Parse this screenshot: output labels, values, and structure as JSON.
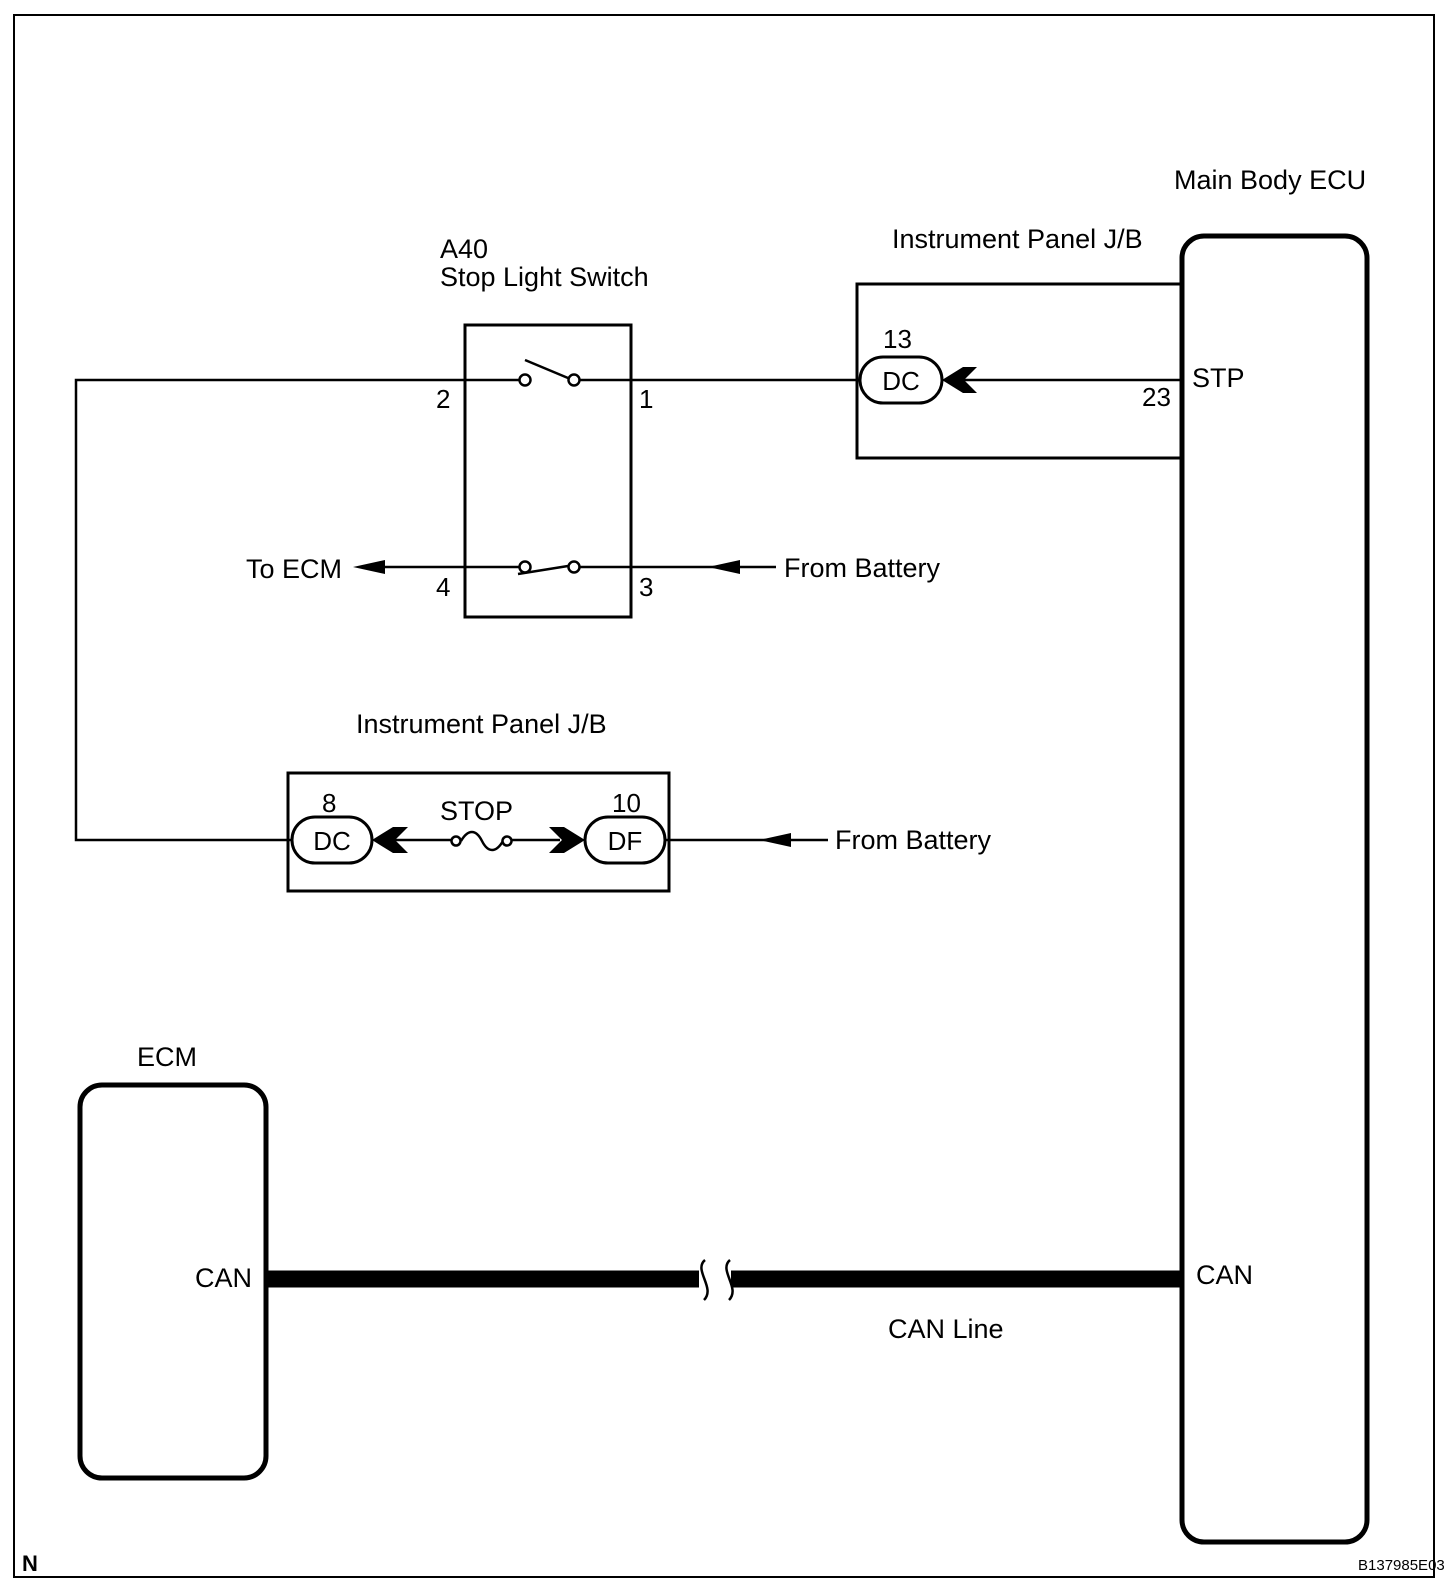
{
  "switch_component": {
    "code": "A40",
    "name": "Stop Light Switch",
    "pins": {
      "upper_left": "2",
      "upper_right": "1",
      "lower_left": "4",
      "lower_right": "3"
    }
  },
  "jb_upper": {
    "title": "Instrument Panel J/B",
    "connector": {
      "pin": "13",
      "label": "DC"
    }
  },
  "jb_lower": {
    "title": "Instrument Panel J/B",
    "fuse": "STOP",
    "connector_left": {
      "pin": "8",
      "label": "DC"
    },
    "connector_right": {
      "pin": "10",
      "label": "DF"
    }
  },
  "main_body_ecu": {
    "title": "Main Body ECU",
    "terminal_stp": "STP",
    "terminal_stp_pin": "23",
    "terminal_can": "CAN"
  },
  "ecm": {
    "title": "ECM",
    "terminal_can": "CAN"
  },
  "wire_labels": {
    "to_ecm": "To ECM",
    "from_battery_1": "From Battery",
    "from_battery_2": "From Battery",
    "can_line": "CAN Line"
  },
  "footer": {
    "corner_mark": "N",
    "figure_code": "B137985E03"
  }
}
